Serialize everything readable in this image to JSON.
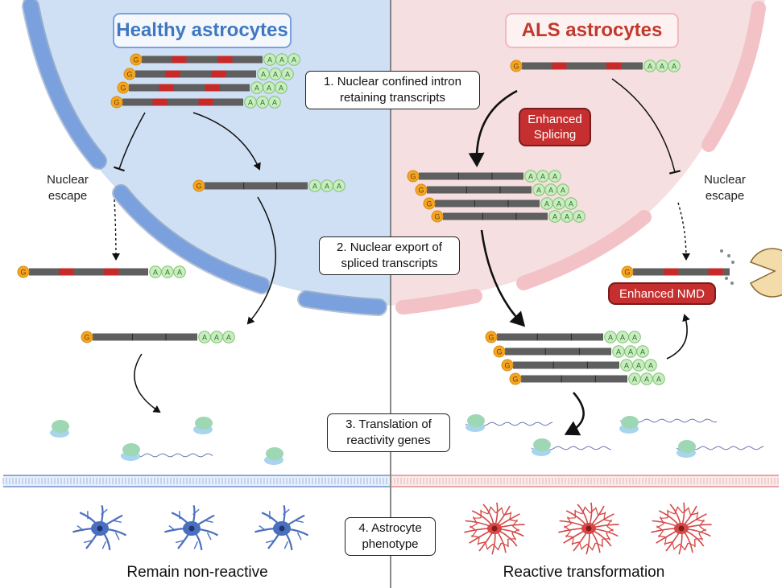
{
  "headers": {
    "healthy": "Healthy astrocytes",
    "als": "ALS astrocytes"
  },
  "steps": {
    "step1": "1. Nuclear confined intron\nretaining transcripts",
    "step2": "2. Nuclear export of\nspliced transcripts",
    "step3": "3. Translation of\nreactivity genes",
    "step4": "4. Astrocyte\nphenotype"
  },
  "tags": {
    "splicing": "Enhanced\nSplicing",
    "nmd": "Enhanced NMD"
  },
  "labels": {
    "escape_left": "Nuclear\nescape",
    "escape_right": "Nuclear\nescape",
    "cap": "G",
    "polya": "A"
  },
  "footer": {
    "left": "Remain non-reactive",
    "right": "Reactive transformation"
  },
  "colors": {
    "healthy_bg": "#cfe0f4",
    "als_bg": "#f6dfe1",
    "healthy_membrane": "#7aa1dd",
    "als_membrane": "#f3c2c6",
    "healthy_title": "#3f78c2",
    "als_title": "#c0392b",
    "intron": "#c82a2a",
    "exon": "#5f5f5f",
    "cap": "#f4a623",
    "polya": "#c8eec0",
    "tag_fill": "#c62f2f",
    "neuron_healthy": "#4b6fbf",
    "neuron_als": "#d54848"
  }
}
